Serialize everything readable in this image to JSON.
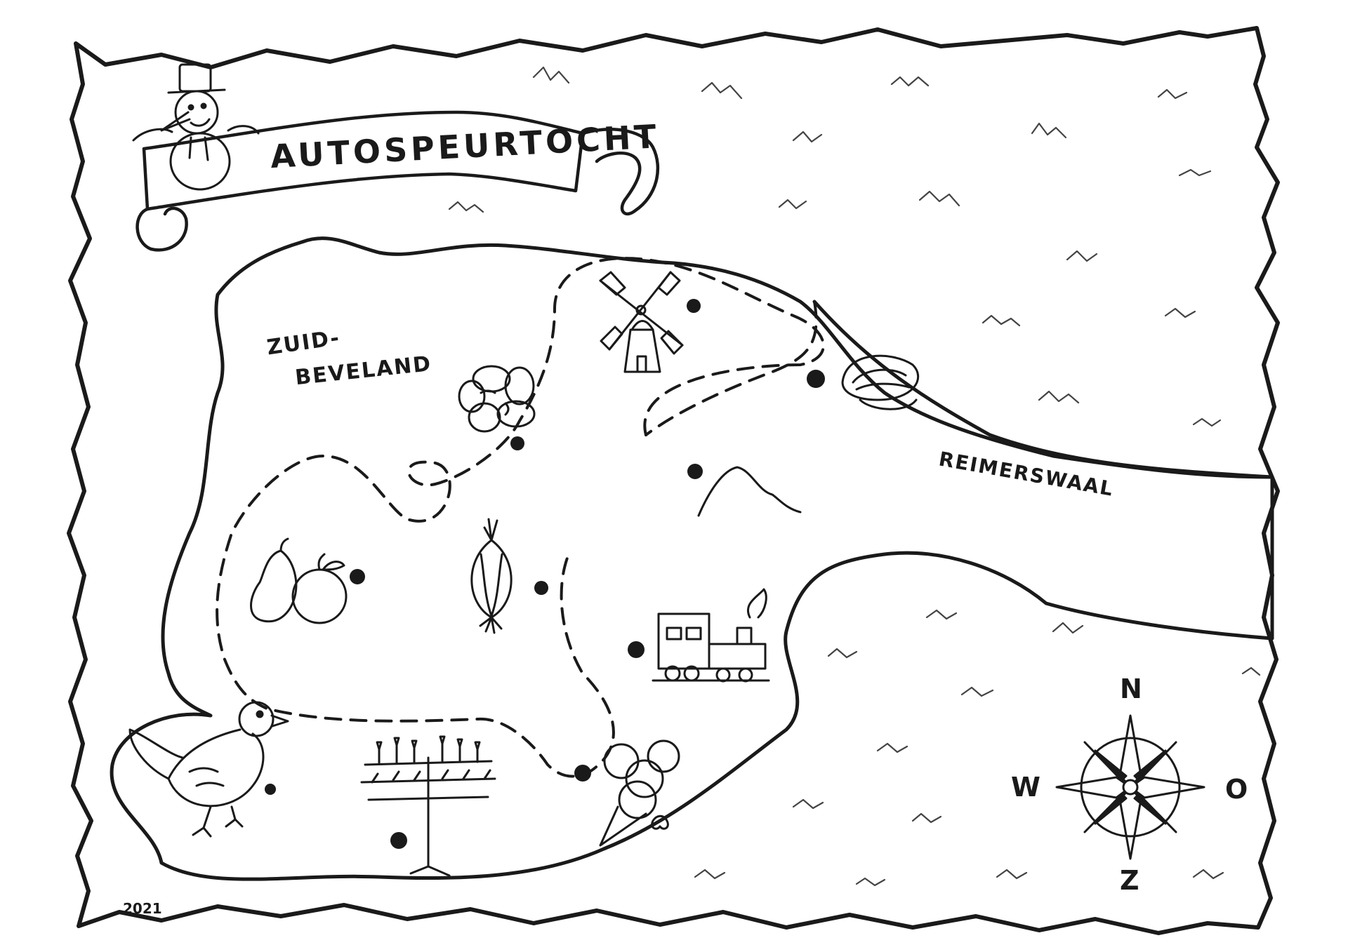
{
  "title": "AUTOSPEURTOCHT",
  "regions": {
    "land": "ZUID-",
    "land_line2": "BEVELAND",
    "water": "REIMERSWAAL"
  },
  "compass": {
    "north": "N",
    "west": "W",
    "east": "O",
    "south": "Z"
  },
  "year": "2021",
  "landmark_icons": [
    "snowman-icon",
    "windmill-icon",
    "flower-icon",
    "mussel-icon",
    "dune-icon",
    "pear-apple-icon",
    "onion-icon",
    "train-icon",
    "bird-icon",
    "candle-tree-icon",
    "ice-cream-icon",
    "compass-rose-icon"
  ],
  "colors": {
    "ink": "#1a1a1a",
    "paper": "#ffffff"
  }
}
